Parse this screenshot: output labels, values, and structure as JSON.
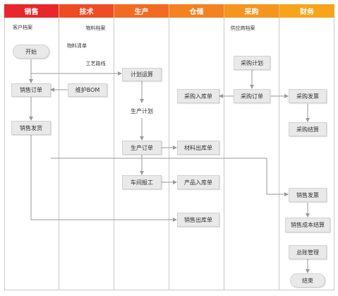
{
  "lanes": [
    {
      "id": "sales",
      "label": "销售"
    },
    {
      "id": "tech",
      "label": "技术"
    },
    {
      "id": "prod",
      "label": "生产"
    },
    {
      "id": "store",
      "label": "仓储"
    },
    {
      "id": "purchase",
      "label": "采购"
    },
    {
      "id": "finance",
      "label": "财务"
    }
  ],
  "nodes": {
    "sales_customer_file": "客户档案",
    "sales_start": "开始",
    "sales_order": "销售订单",
    "sales_delivery": "销售发货",
    "tech_material_file": "物料档案",
    "tech_bom": "物料清单",
    "tech_route": "工艺路线",
    "tech_maintain_bom": "维护BOM",
    "prod_plan_calc": "计划运算",
    "prod_plan": "生产计划",
    "prod_order": "生产订单",
    "prod_report": "车间报工",
    "store_purchase_in": "采购入库单",
    "store_material_out": "材料出库单",
    "store_product_in": "产品入库单",
    "store_sales_out": "销售出库单",
    "purchase_supplier_file": "供应商档案",
    "purchase_plan": "采购计划",
    "purchase_order": "采购订单",
    "fin_purchase_invoice": "采购发票",
    "fin_purchase_settle": "采购结算",
    "fin_sales_invoice": "销售发票",
    "fin_sales_cost": "销售成本结算",
    "fin_ledger": "总账管理",
    "fin_end": "结束"
  },
  "colors": {
    "header_gradient_start": "#e8262b",
    "header_gradient_end": "#f7a21b",
    "node_fill": "#e9e9e9",
    "connector": "#9a9a9a",
    "lane_border": "#c9c9c9"
  }
}
